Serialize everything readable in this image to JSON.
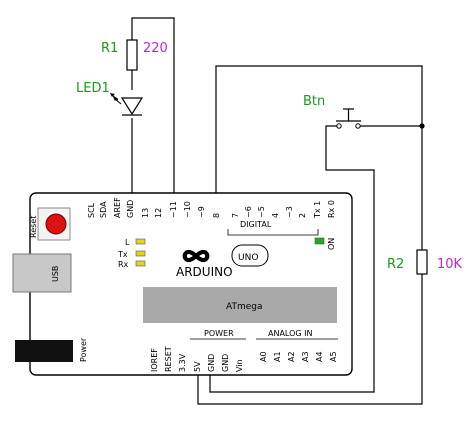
{
  "colors": {
    "component_label": "#1a9a1a",
    "value_label": "#cc22cc",
    "reset_button": "#dd1111",
    "status_led": "#e6d21a",
    "on_led": "#22aa22",
    "chip": "#a9a9a9",
    "usb": "#c8c8c8",
    "power_jack": "#111111"
  },
  "components": {
    "r1": {
      "name": "R1",
      "value": "220"
    },
    "led1": {
      "name": "LED1"
    },
    "btn": {
      "name": "Btn"
    },
    "r2": {
      "name": "R2",
      "value": "10K"
    }
  },
  "board": {
    "reset_label": "Reset",
    "usb_label": "USB",
    "power_label": "Power",
    "led_l": "L",
    "led_tx": "Tx",
    "led_rx": "Rx",
    "on_label": "ON",
    "logo_text": "ARDUINO",
    "model": "UNO",
    "chip_label": "ATmega",
    "digital_label": "DIGITAL",
    "power_header_label": "POWER",
    "analog_label": "ANALOG IN",
    "top_header_pins": [
      "SCL",
      "SDA",
      "AREF",
      "GND",
      "13",
      "12",
      "~11",
      "~10",
      "~9",
      "8",
      "7",
      "~6",
      "~5",
      "4",
      "~3",
      "2",
      "Tx 1",
      "Rx 0"
    ],
    "bottom_power_pins": [
      "IOREF",
      "RESET",
      "3.3V",
      "5V",
      "GND",
      "GND",
      "Vin"
    ],
    "bottom_analog_pins": [
      "A0",
      "A1",
      "A2",
      "A3",
      "A4",
      "A5"
    ]
  }
}
